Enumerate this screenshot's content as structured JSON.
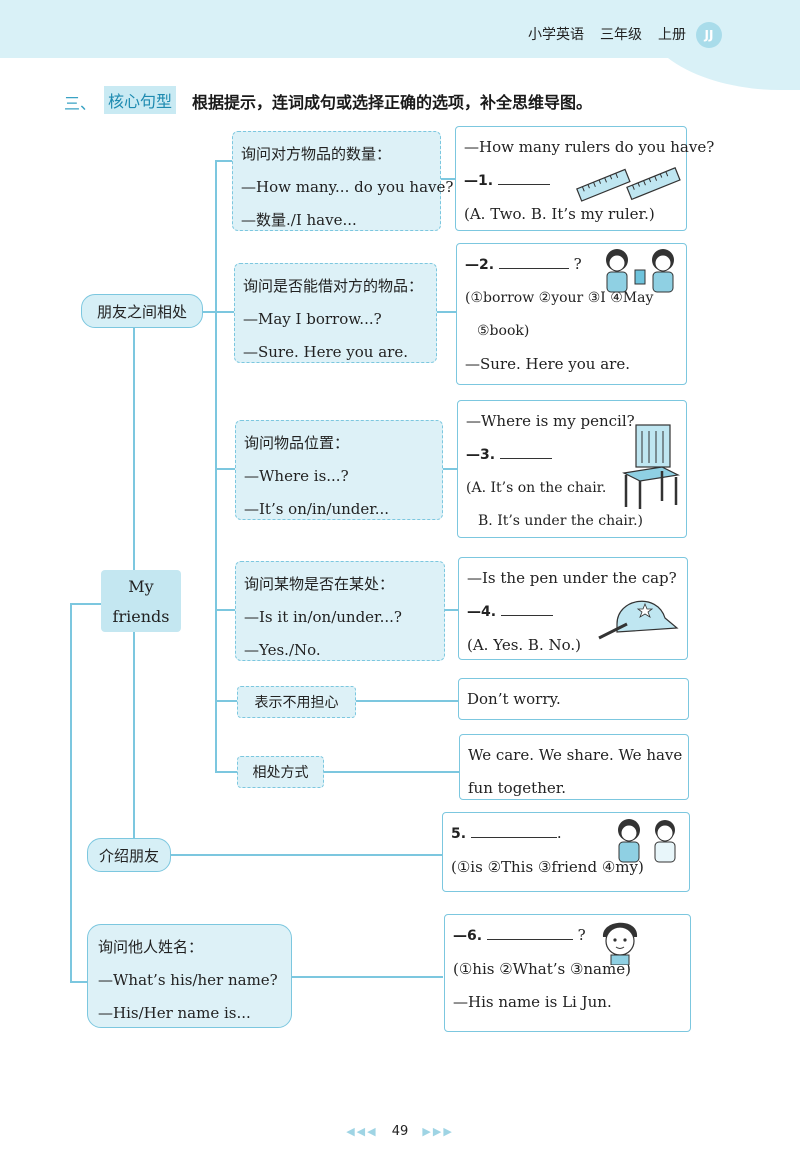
{
  "header": {
    "subject": "小学英语",
    "grade": "三年级",
    "volume": "上册",
    "badge": "JJ"
  },
  "section": {
    "number": "三、",
    "tag": "核心句型",
    "instruction": "根据提示，连词成句或选择正确的选项，补全思维导图。"
  },
  "center_node": {
    "line1": "My",
    "line2": "friends"
  },
  "branches": {
    "friends_together": "朋友之间相处",
    "introduce": "介绍朋友",
    "ask_name": {
      "title": "询问他人姓名：",
      "q": "—What’s his/her name?",
      "a": "—His/Her name is..."
    }
  },
  "sub_nodes": [
    {
      "title": "询问对方物品的数量：",
      "q": "—How many... do you have?",
      "a": "—数量./I have..."
    },
    {
      "title": "询问是否能借对方的物品：",
      "q": "—May I borrow...?",
      "a": "—Sure. Here you are."
    },
    {
      "title": "询问物品位置：",
      "q": "—Where is...?",
      "a": "—It’s on/in/under..."
    },
    {
      "title": "询问某物是否在某处：",
      "q": "—Is it in/on/under...?",
      "a": "—Yes./No."
    }
  ],
  "small_nodes": {
    "dont_worry": "表示不用担心",
    "way": "相处方式"
  },
  "answers": {
    "a1": {
      "q": "—How many rulers do you have?",
      "num": "—1.",
      "opts": "(A. Two.  B. It’s my ruler.)"
    },
    "a2": {
      "num": "—2.",
      "qmark": "?",
      "opts1": "(①borrow ②your ③I ④May",
      "opts2": "⑤book)",
      "reply": "—Sure. Here you are."
    },
    "a3": {
      "q": "—Where is my pencil?",
      "num": "—3.",
      "opts1": "(A. It’s on the chair.",
      "opts2": "B. It’s under the chair.)"
    },
    "a4": {
      "q": "—Is the pen under the cap?",
      "num": "—4.",
      "opts": "(A. Yes.  B. No.)"
    },
    "dont_worry": "Don’t worry.",
    "way1": "We care. We share. We have",
    "way2": "fun together.",
    "a5": {
      "num": "5.",
      "end": ".",
      "opts": "(①is ②This ③friend ④my)"
    },
    "a6": {
      "num": "—6.",
      "qmark": "?",
      "opts": "(①his ②What’s ③name)",
      "reply": "—His name is Li Jun."
    }
  },
  "footer": {
    "left_arrows": "◀◀◀",
    "page": "49",
    "right_arrows": "▶▶▶"
  },
  "colors": {
    "accent": "#7cc7df",
    "fill": "#ddf1f7",
    "heading": "#1d8ab0"
  },
  "illustrations": [
    "ruler-icon",
    "girls-borrowing-icon",
    "chair-icon",
    "cap-pen-icon",
    "two-girls-icon",
    "boy-face-icon"
  ]
}
